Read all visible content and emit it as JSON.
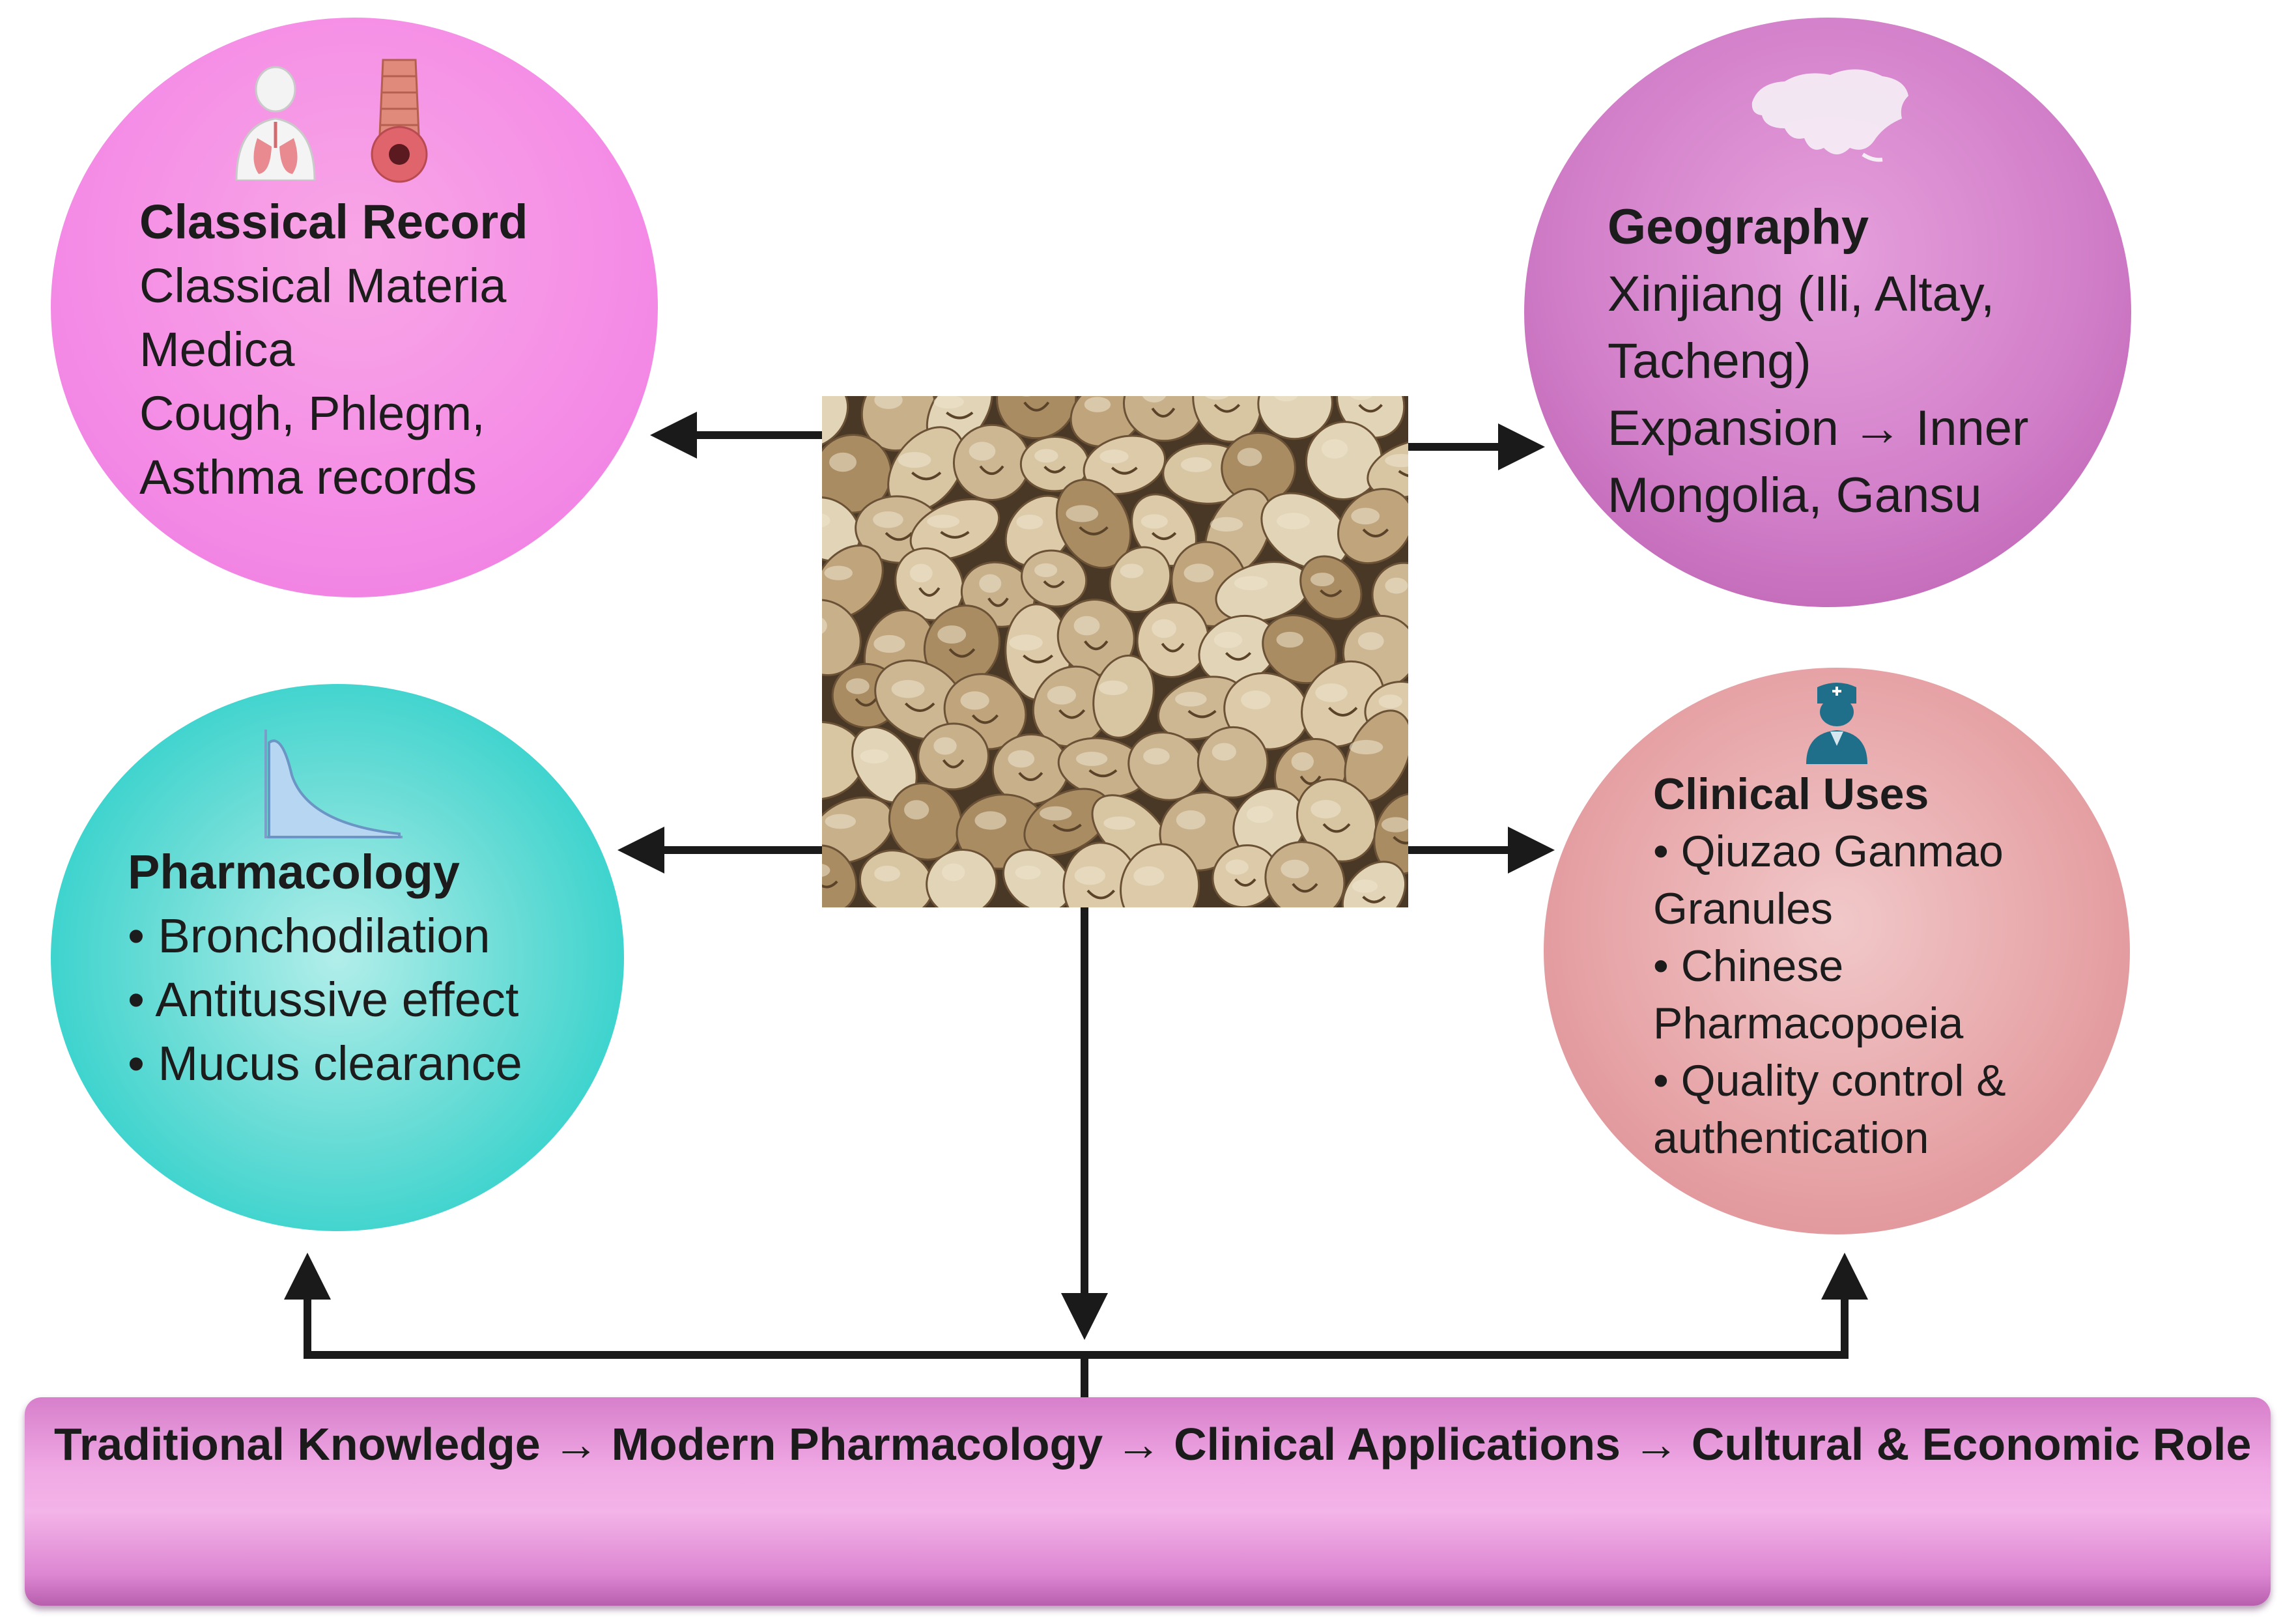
{
  "classical_record": {
    "heading": "Classical Record",
    "lines": [
      "Classical Materia",
      "Medica",
      "Cough, Phlegm,",
      "Asthma records"
    ]
  },
  "geography": {
    "heading": "Geography",
    "lines": [
      "Xinjiang (Ili, Altay,",
      "Tacheng)",
      "Expansion → Inner",
      "Mongolia, Gansu"
    ]
  },
  "pharmacology": {
    "heading": "Pharmacology",
    "lines": [
      "• Bronchodilation",
      "• Antitussive effect",
      "• Mucus clearance"
    ]
  },
  "clinical_uses": {
    "heading": "Clinical Uses",
    "lines": [
      "• Qiuzao Ganmao",
      "Granules",
      "• Chinese",
      "Pharmacopoeia",
      "• Quality control &",
      "authentication"
    ]
  },
  "banner": {
    "text": "Traditional Knowledge → Modern Pharmacology → Clinical Applications → Cultural & Economic Role"
  },
  "icons": {
    "classical_record": [
      "lungs-human-icon",
      "airway-trachea-icon"
    ],
    "geography": [
      "asia-map-icon"
    ],
    "pharmacology": [
      "decay-curve-graph-icon"
    ],
    "clinical_uses": [
      "doctor-icon"
    ]
  },
  "colors": {
    "classical_record": "#f58ee6",
    "geography": "#d27fc9",
    "pharmacology": "#12cbc6",
    "clinical_uses": "#e7a5a8",
    "banner": "#f0a9e4",
    "arrow": "#1a1a1a"
  }
}
